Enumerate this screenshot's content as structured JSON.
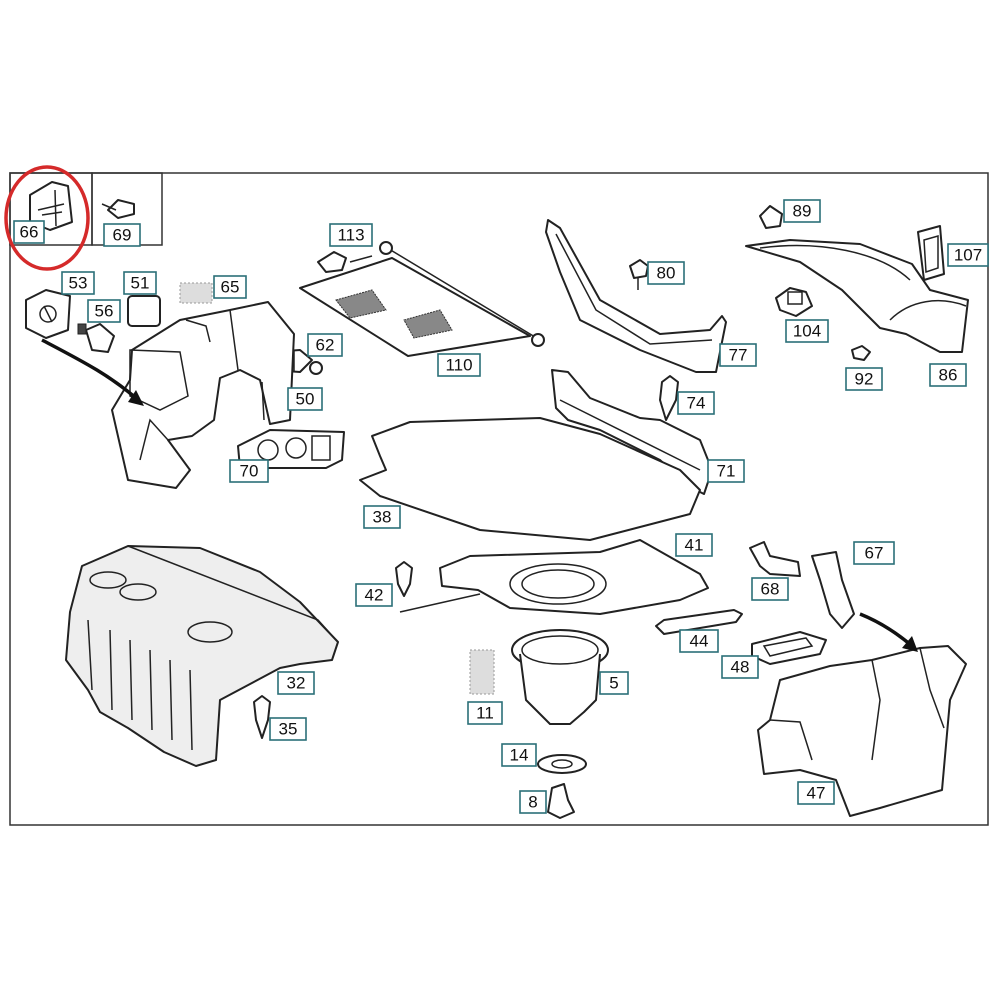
{
  "diagram": {
    "labels": {
      "l66": "66",
      "l69": "69",
      "l53": "53",
      "l51": "51",
      "l65": "65",
      "l56": "56",
      "l62": "62",
      "l50": "50",
      "l70": "70",
      "l113": "113",
      "l110": "110",
      "l80": "80",
      "l77": "77",
      "l89": "89",
      "l104": "104",
      "l107": "107",
      "l92": "92",
      "l86": "86",
      "l74": "74",
      "l71": "71",
      "l38": "38",
      "l41": "41",
      "l42": "42",
      "l67": "67",
      "l68": "68",
      "l44": "44",
      "l48": "48",
      "l32": "32",
      "l35": "35",
      "l5": "5",
      "l11": "11",
      "l14": "14",
      "l8": "8",
      "l47": "47"
    },
    "highlighted_part": "66",
    "colors": {
      "label_border": "#2b6f78",
      "highlight": "#d52a2a",
      "line": "#222222"
    }
  }
}
